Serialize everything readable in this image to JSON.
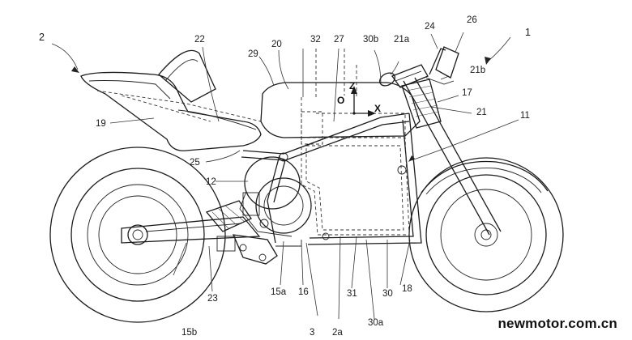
{
  "figure": {
    "labels": {
      "l1": "1",
      "l2": "2",
      "l22": "22",
      "l20": "20",
      "l32": "32",
      "l27": "27",
      "l30b": "30b",
      "l21a": "21a",
      "l24": "24",
      "l26": "26",
      "l29": "29",
      "l21b": "21b",
      "l17": "17",
      "l21": "21",
      "l11": "11",
      "l19": "19",
      "l25": "25",
      "l12": "12",
      "l15a": "15a",
      "l16": "16",
      "l31": "31",
      "l30": "30",
      "l18": "18",
      "l23": "23",
      "l15b": "15b",
      "l3": "3",
      "l2a": "2a",
      "l30a": "30a"
    },
    "axes": {
      "z": "Z",
      "o": "O",
      "x": "X"
    }
  },
  "watermark": "newmotor.com.cn"
}
